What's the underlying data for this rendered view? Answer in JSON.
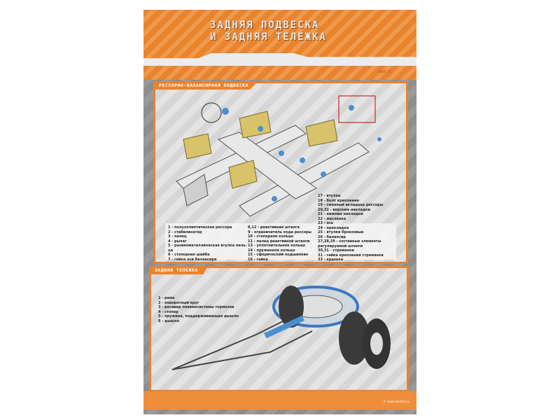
{
  "poster": {
    "title_line1": "ЗАДНЯЯ ПОДВЕСКА",
    "title_line2": "И ЗАДНЯЯ ТЕЛЕЖКА",
    "category": "КАТ. С"
  },
  "section1": {
    "title": "РЕССОРНО-БАЛАНСИРНАЯ ПОДВЕСКА",
    "legend_col1": [
      "1 - полуэллиптическая рессора",
      "2 - стабилизатор",
      "3 - палец",
      "4 - рычаг",
      "5 - резинометаллическая втулка паль-",
      "ца",
      "6 - стопорная шайба",
      "7 - гайка оси балансира"
    ],
    "legend_col2": [
      "8,12 - реактивная штанга",
      "9 - ограничитель хода рессоры",
      "10 - стопорное кольцо",
      "11 - палец реактивной штанги",
      "13 - уплотнительное кольцо",
      "14 - пружинное кольцо",
      "15 - сферический подшипник",
      "16 - гайка"
    ],
    "legend_col3": [
      "17 - втулка",
      "18 - болт крепления",
      "19 - сменный вкладыш рессоры",
      "20,32 - верхние накладки",
      "21 - нижние накладки",
      "22 - масленка",
      "23 - ось",
      "24 - прокладка",
      "25 - втулки бронзовые",
      "26 - балансир",
      "27,28,29 - составные элементы",
      "регулируемой штанги",
      "30,31 - стремянки",
      "31 - гайка крепления стремянки",
      "33 - крышка"
    ]
  },
  "section2": {
    "title": "ЗАДНЯЯ ТЕЛЕЖКА",
    "legend": [
      "1 - рама",
      "2 - поворотный круг",
      "3 - ресивер пневмосистемы тормозов",
      "4 - стопор",
      "5 - пружина, поддерживающая дышло",
      "6 - дышло"
    ]
  },
  "footer": {
    "text": "© www.zarnitsa.ru"
  }
}
